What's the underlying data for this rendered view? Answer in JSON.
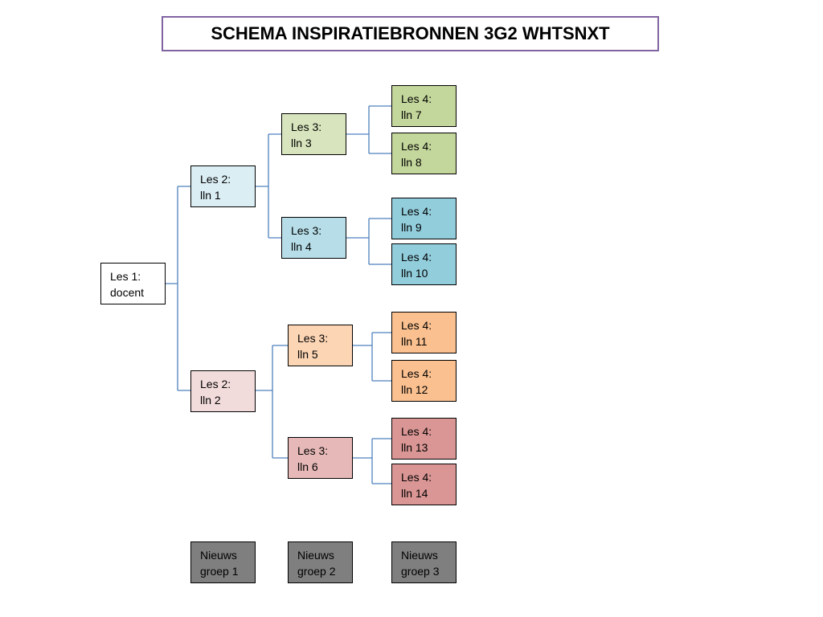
{
  "title": "SCHEMA INSPIRATIEBRONNEN 3G2 WHTSNXT",
  "nodes": {
    "docent": [
      "Les 1:",
      "docent"
    ],
    "lln1": [
      "Les 2:",
      "lln 1"
    ],
    "lln2": [
      "Les 2:",
      "lln 2"
    ],
    "lln3": [
      "Les 3:",
      "lln 3"
    ],
    "lln4": [
      "Les 3:",
      "lln 4"
    ],
    "lln5": [
      "Les 3:",
      "lln 5"
    ],
    "lln6": [
      "Les 3:",
      "lln 6"
    ],
    "lln7": [
      "Les 4:",
      "lln 7"
    ],
    "lln8": [
      "Les 4:",
      "lln 8"
    ],
    "lln9": [
      "Les 4:",
      "lln 9"
    ],
    "lln10": [
      "Les 4:",
      "lln 10"
    ],
    "lln11": [
      "Les 4:",
      "lln 11"
    ],
    "lln12": [
      "Les 4:",
      "lln 12"
    ],
    "lln13": [
      "Les 4:",
      "lln 13"
    ],
    "lln14": [
      "Les 4:",
      "lln 14"
    ],
    "groep1": [
      "Nieuws",
      "groep 1"
    ],
    "groep2": [
      "Nieuws",
      "groep 2"
    ],
    "groep3": [
      "Nieuws",
      "groep 3"
    ]
  },
  "colors": {
    "connector": "#4f81bd",
    "title_border": "#8064a2"
  }
}
